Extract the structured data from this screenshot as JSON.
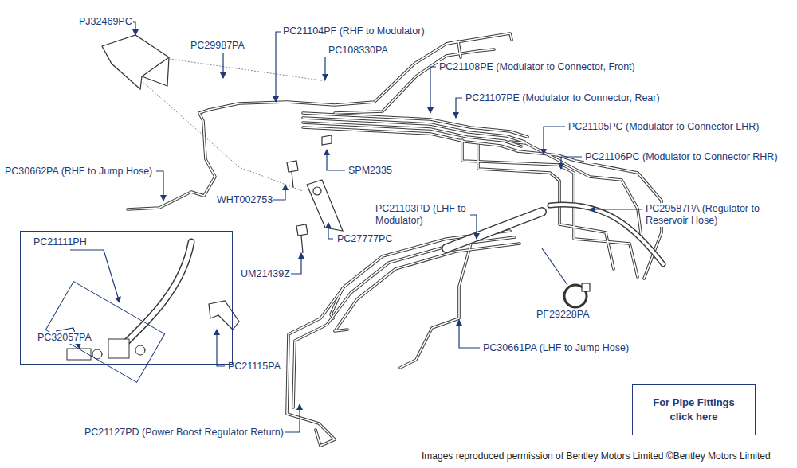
{
  "diagram": {
    "nodes": [
      {
        "text": [
          "PC21111PH",
          "PC32057PA"
        ]
      },
      {
        "text": [
          "For Pipe Fittings click here"
        ]
      }
    ],
    "labels": [
      "PJ32469PC",
      "PC29987PA",
      "PC21104PF (RHF to Modulator)",
      "PC108330PA",
      "PC21108PE (Modulator to Connector, Front)",
      "PC21107PE (Modulator to Connector, Rear)",
      "PC21105PC (Modulator to Connector LHR)",
      "PC21106PC (Modulator to Connector RHR)",
      "PC30662PA (RHF to Jump Hose)",
      "SPM2335",
      "WHT002753",
      "PC21103PD (LHF to Modulator)",
      "PC29587PA (Regulator to Reservoir Hose)",
      "PC27777PC",
      "UM21439Z",
      "PF29228PA",
      "PC21115PA",
      "PC30661PA (LHF to Jump Hose)",
      "PC21127PD (Power Boost Regulator Return)",
      "Images reproduced permission of Bentley Motors Limited ©Bentley Motors Limited"
    ]
  }
}
